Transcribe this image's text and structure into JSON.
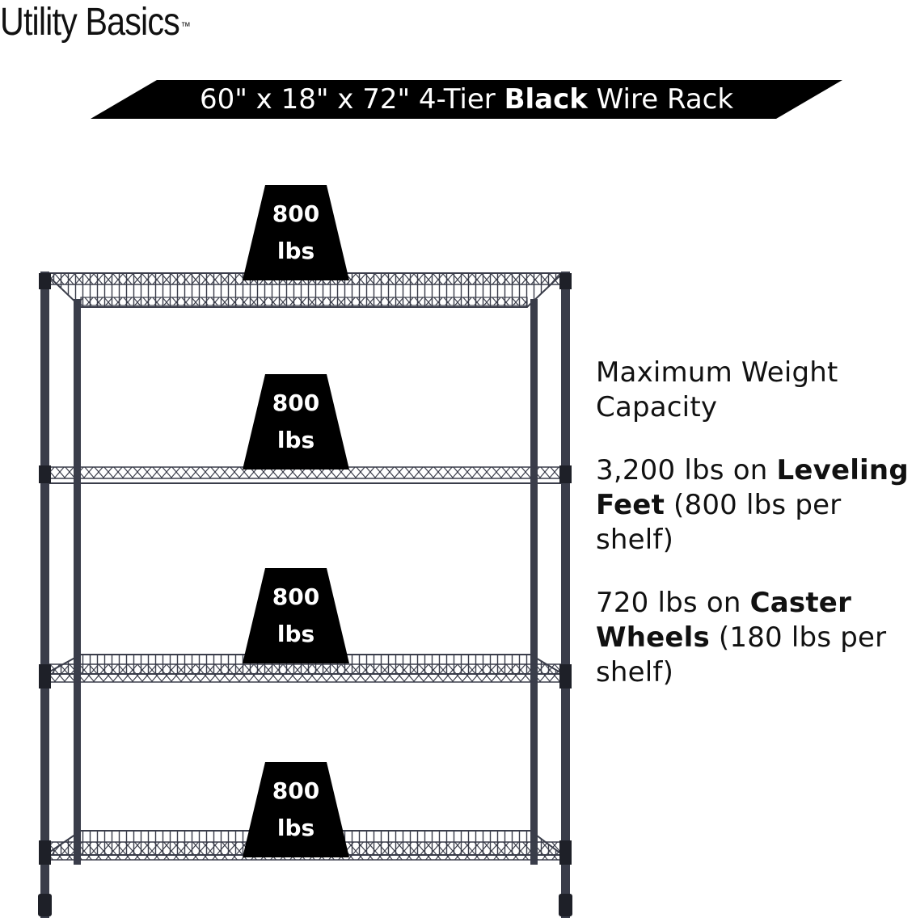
{
  "brand": {
    "name": "Utility Basics",
    "trademark": "™"
  },
  "banner": {
    "prefix": "60\" x 18\" x 72\" 4-Tier ",
    "bold": "Black",
    "suffix": " Wire Rack"
  },
  "shelves": [
    {
      "value": "800",
      "unit": "lbs"
    },
    {
      "value": "800",
      "unit": "lbs"
    },
    {
      "value": "800",
      "unit": "lbs"
    },
    {
      "value": "800",
      "unit": "lbs"
    }
  ],
  "info": {
    "heading": "Maximum Weight Capacity",
    "leveling": {
      "prefix": "3,200 lbs on ",
      "bold": "Leveling Feet",
      "suffix": " (800 lbs per shelf)"
    },
    "casters": {
      "prefix": "720 lbs on ",
      "bold": "Caster Wheels",
      "suffix": " (180 lbs per shelf)"
    }
  },
  "colors": {
    "black": "#000000",
    "frame": "#3a3d4a",
    "text": "#111111"
  },
  "icons": [
    "wire-rack-illustration",
    "weight-badge-trapezoid"
  ]
}
